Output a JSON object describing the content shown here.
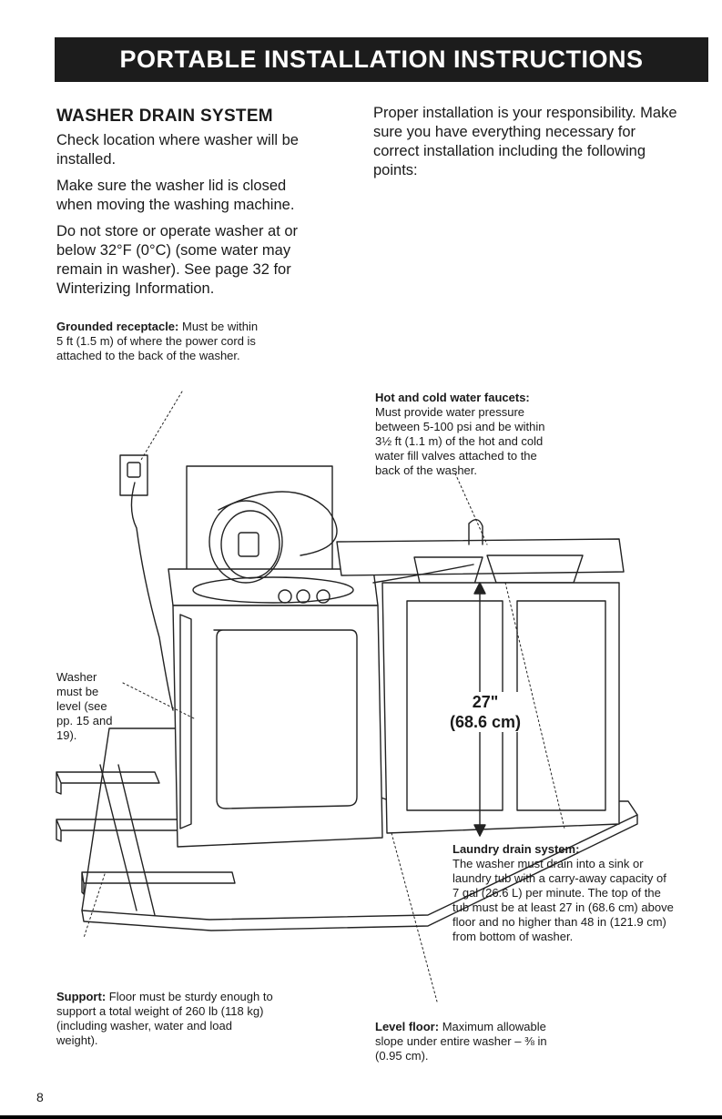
{
  "header": {
    "title": "PORTABLE INSTALLATION INSTRUCTIONS"
  },
  "section": {
    "title": "WASHER DRAIN SYSTEM",
    "left_paragraphs": [
      "Check location where washer will be installed.",
      "Make sure the washer lid is closed when moving the washing machine.",
      "Do not store or operate washer at or below 32°F (0°C) (some water may remain in washer). See page 32 for Winterizing Information."
    ],
    "right_paragraph": "Proper installation is your responsibility. Make sure you have everything necessary for correct installation including the following points:"
  },
  "callouts": {
    "grounded": {
      "label": "Grounded receptacle:",
      "text": " Must be within 5 ft (1.5 m) of where the power cord is attached to the back of the washer."
    },
    "faucets": {
      "label": "Hot and cold water faucets:",
      "text": "Must provide water pressure between 5-100 psi and be within 3½ ft (1.1 m) of the hot and cold water fill valves attached to the back of the washer."
    },
    "level": {
      "text": "Washer must be level (see pp. 15 and 19)."
    },
    "dimension": {
      "line1": "27\"",
      "line2": "(68.6 cm)"
    },
    "drain": {
      "label": "Laundry drain system:",
      "text": "The washer must drain into a sink or laundry tub with a carry-away capacity of 7 gal (26.6 L) per minute. The top of the tub must be at least 27 in (68.6 cm) above floor and no higher than 48 in (121.9 cm) from bottom of washer."
    },
    "support": {
      "label": "Support:",
      "text": " Floor must be sturdy enough to support a total weight of 260 lb (118 kg) (including washer, water and load weight)."
    },
    "level_floor": {
      "label": "Level floor:",
      "text": " Maximum allowable slope under entire washer – ⅜ in (0.95 cm)."
    }
  },
  "footer": {
    "page_number": "8"
  }
}
